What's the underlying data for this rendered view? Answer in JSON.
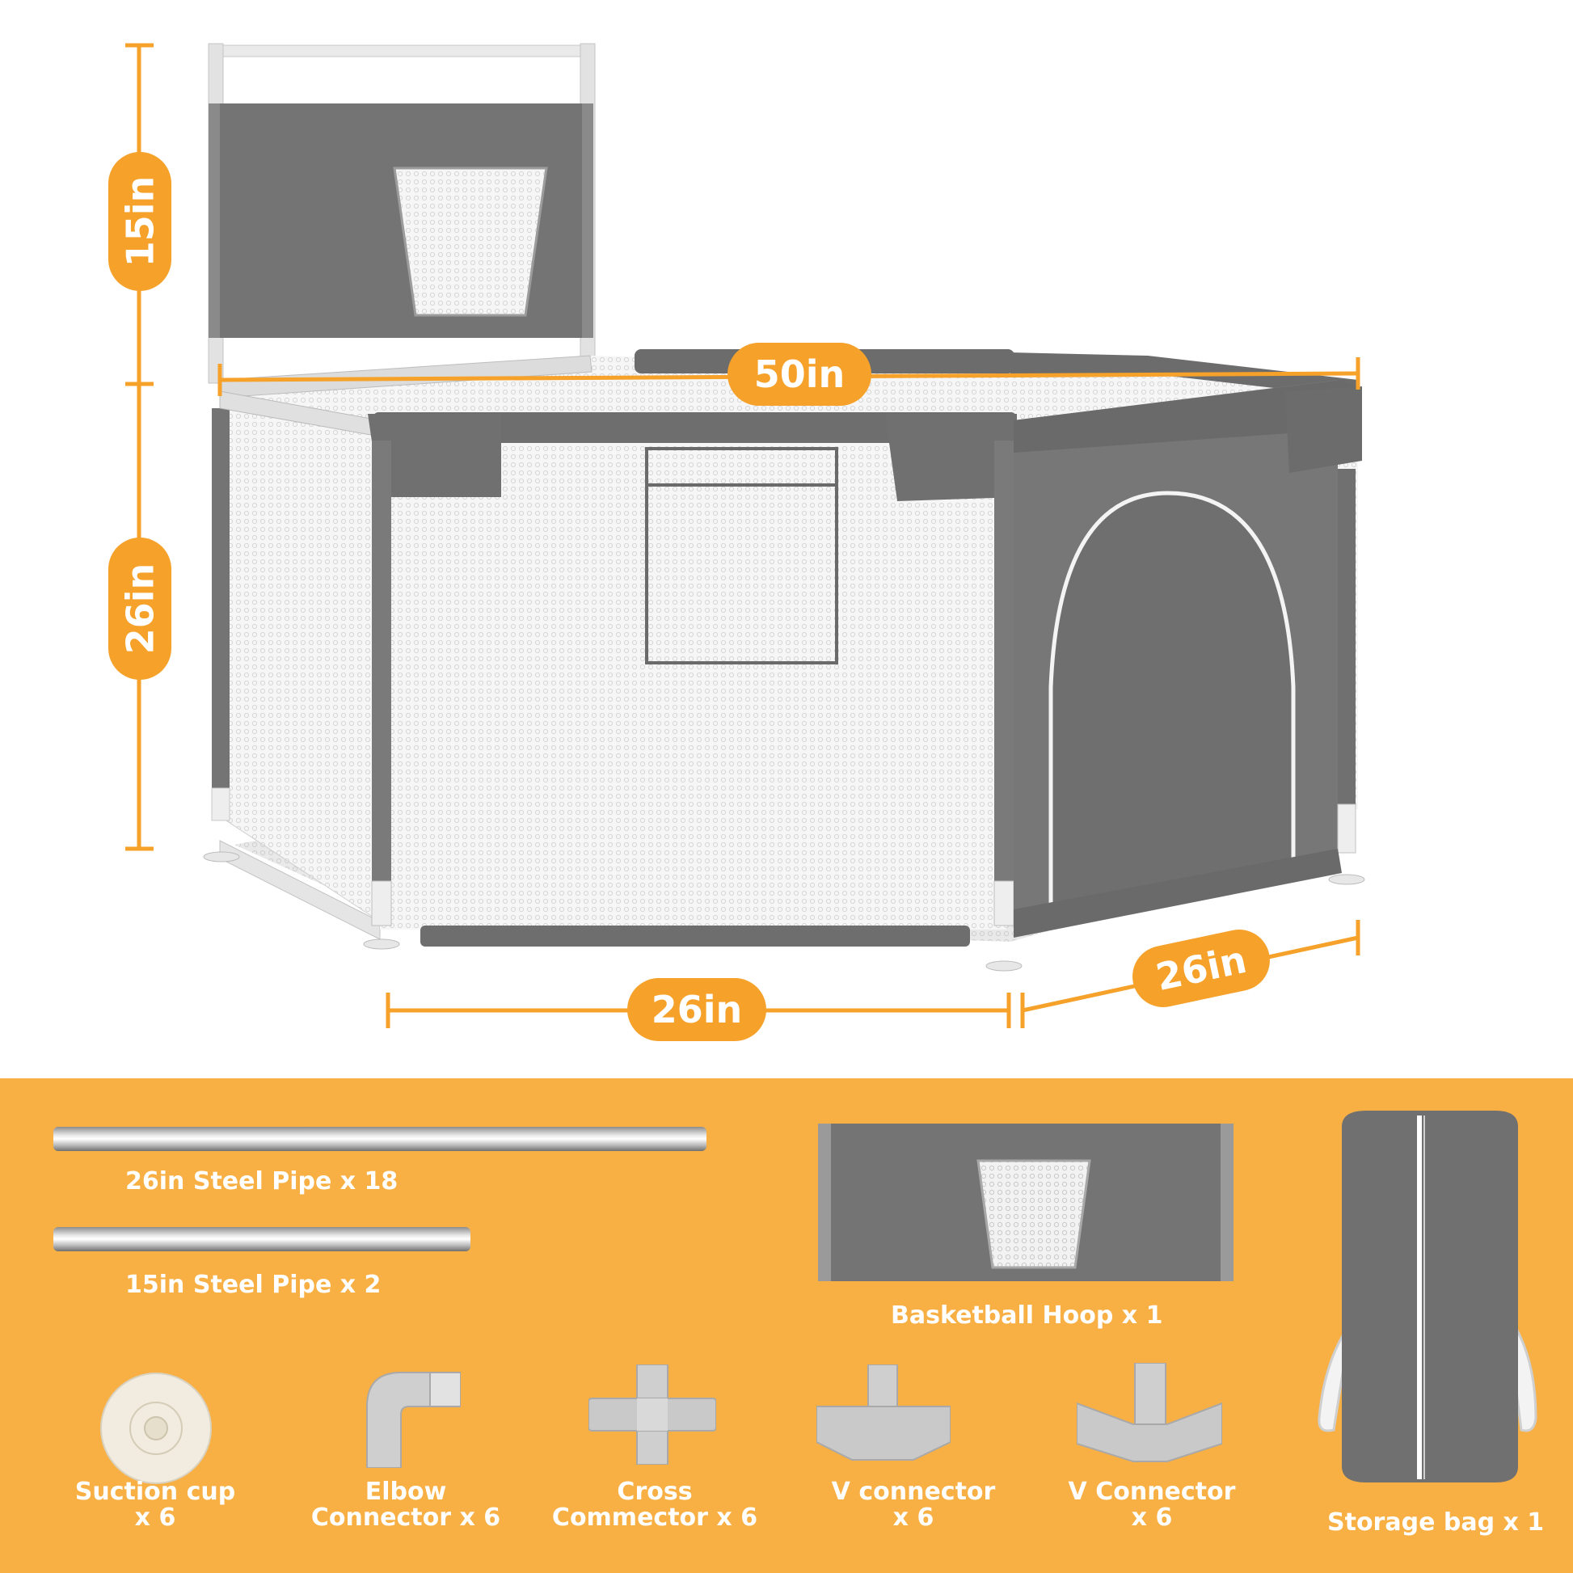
{
  "dimensions": {
    "height_top": "15in",
    "height_bottom": "26in",
    "width_back": "50in",
    "width_front": "26in",
    "width_side": "26in"
  },
  "colors": {
    "accent": "#f5a12a",
    "panel_bg": "#f8b045",
    "fabric_gray": "#747474",
    "frame_white": "#eeeeee",
    "label_text": "#ffffff"
  },
  "parts": [
    {
      "name": "26in Steel Pipe",
      "qty": "x 18",
      "icon": "steel-pipe-long"
    },
    {
      "name": "15in Steel Pipe",
      "qty": "x 2",
      "icon": "steel-pipe-short"
    },
    {
      "name": "Basketball Hoop",
      "qty": "x 1",
      "icon": "basketball-hoop"
    },
    {
      "name": "Suction cup",
      "qty": "x 6",
      "icon": "suction-cup"
    },
    {
      "name": "Elbow",
      "name2": "Connector",
      "qty": "x 6",
      "icon": "elbow-connector"
    },
    {
      "name": "Cross",
      "name2": "Commector",
      "qty": "x 6",
      "icon": "cross-connector"
    },
    {
      "name": "V connector",
      "qty": "x 6",
      "icon": "v-connector"
    },
    {
      "name": "V Connector",
      "qty": "x 6",
      "icon": "v-connector"
    },
    {
      "name": "Storage bag",
      "qty": "x 1",
      "icon": "storage-bag"
    }
  ]
}
